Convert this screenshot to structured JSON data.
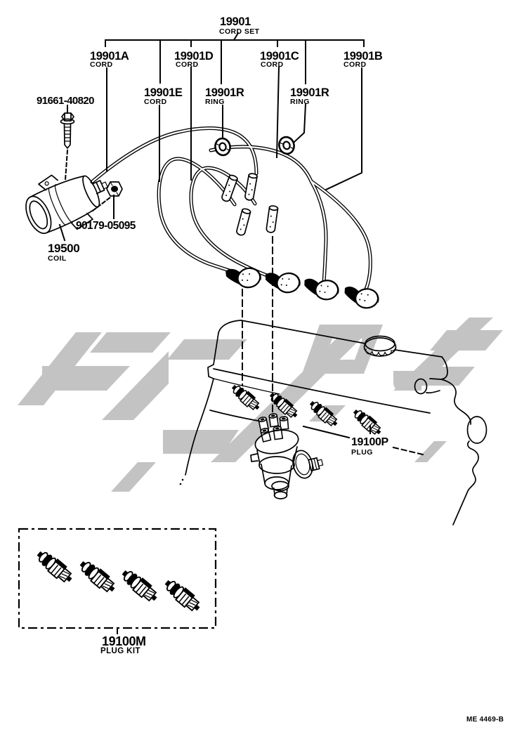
{
  "colors": {
    "ink": "#000000",
    "background": "#ffffff",
    "watermark": "#c3c3c3"
  },
  "parts": {
    "cord_set": {
      "code": "19901",
      "label": "CORD SET"
    },
    "cord_a": {
      "code": "19901A",
      "label": "CORD"
    },
    "cord_d": {
      "code": "19901D",
      "label": "CORD"
    },
    "cord_c": {
      "code": "19901C",
      "label": "CORD"
    },
    "cord_b": {
      "code": "19901B",
      "label": "CORD"
    },
    "cord_e": {
      "code": "19901E",
      "label": "CORD"
    },
    "ring_left": {
      "code": "19901R",
      "label": "RING"
    },
    "ring_right": {
      "code": "19901R",
      "label": "RING"
    },
    "bolt": {
      "code": "91661-40820"
    },
    "nut": {
      "code": "90179-05095"
    },
    "coil": {
      "code": "19500",
      "label": "COIL"
    },
    "plug": {
      "code": "19100P",
      "label": "PLUG"
    },
    "plug_kit": {
      "code": "19100M",
      "label": "PLUG KIT"
    }
  },
  "page": {
    "sheet_code": "ME 4469-B"
  }
}
